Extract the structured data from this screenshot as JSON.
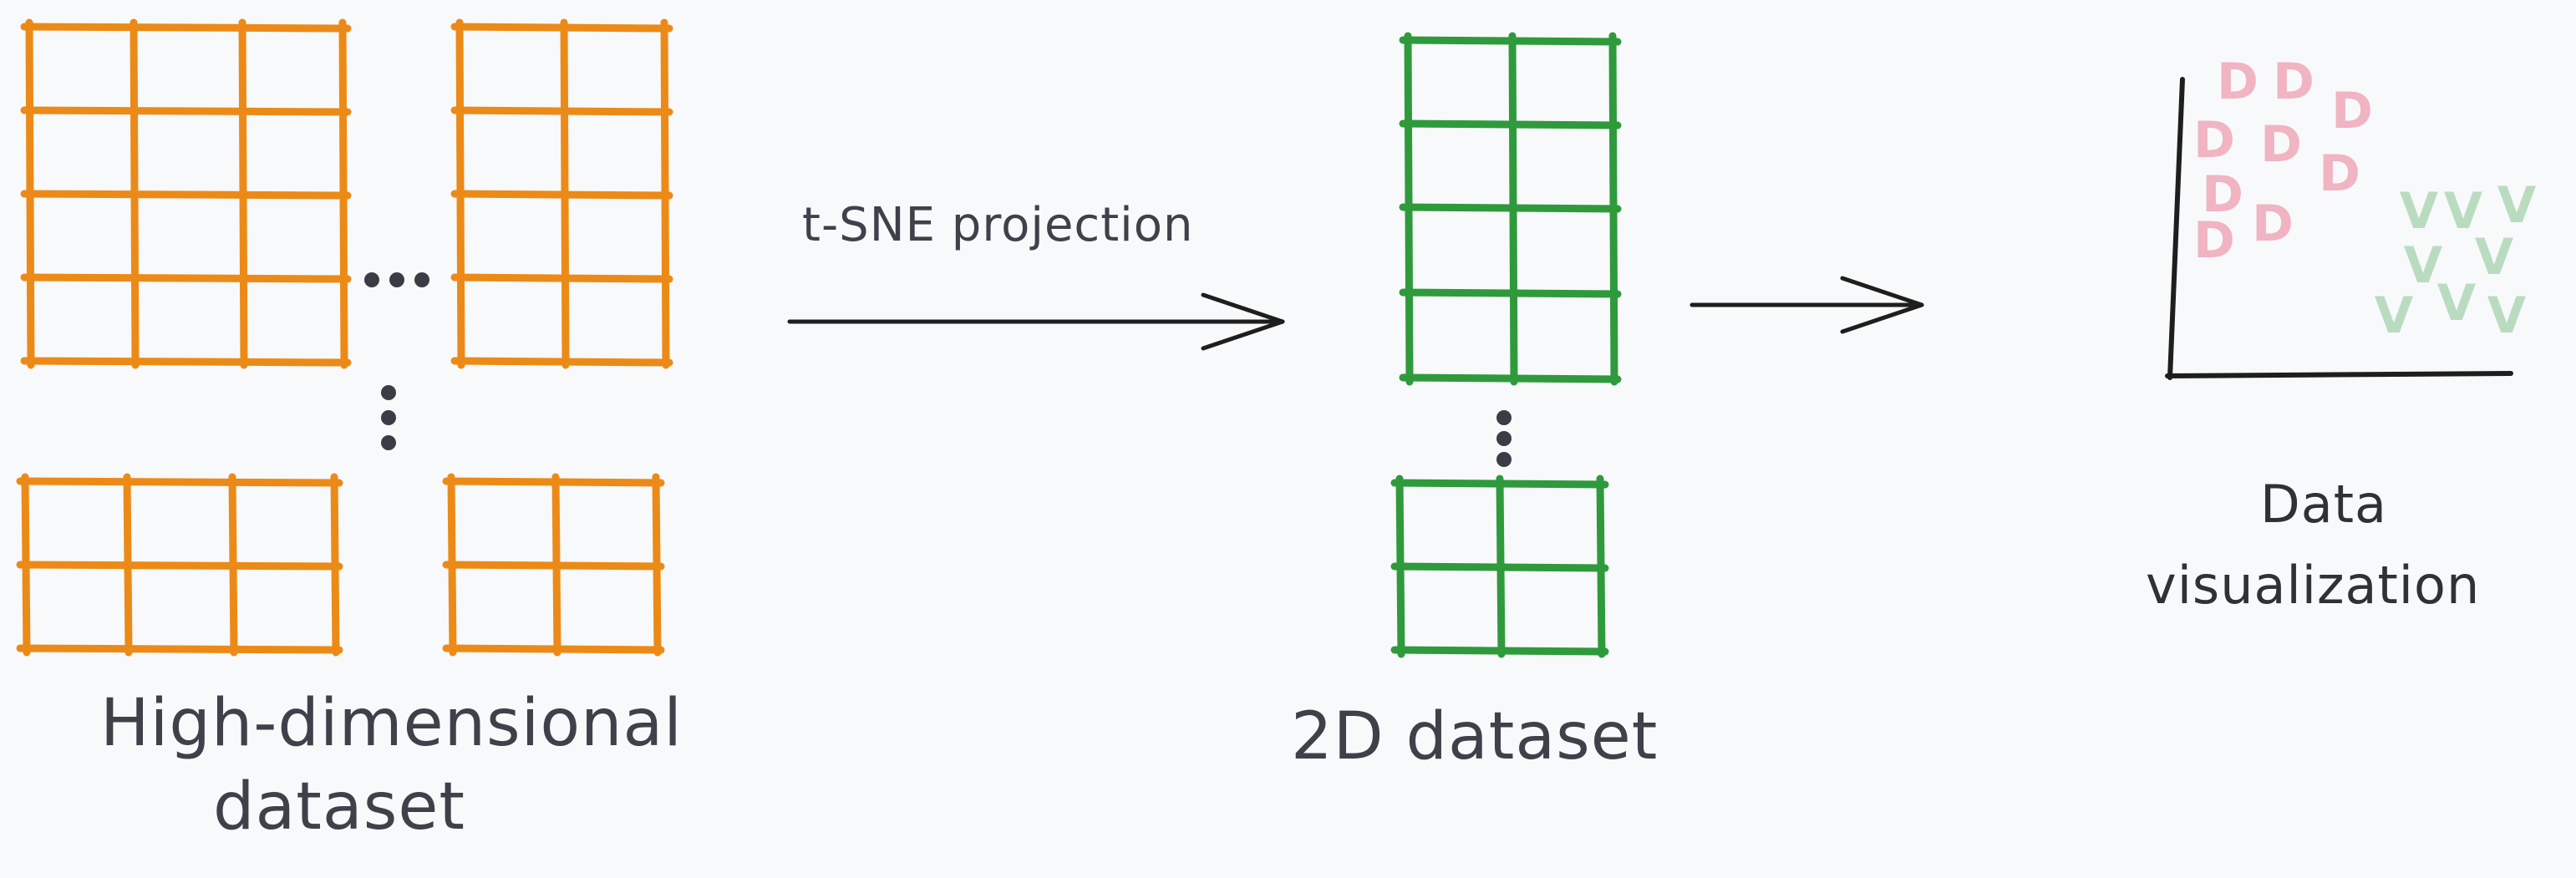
{
  "labels": {
    "high_dim_line1": "High-dimensional",
    "high_dim_line2": "dataset",
    "projection": "t-SNE projection",
    "twod": "2D dataset",
    "viz_line1": "Data",
    "viz_line2": "visualization"
  },
  "colors": {
    "high_dim_grid": "#ec8a17",
    "twod_grid": "#2f9a3c",
    "arrow": "#1e1e1e",
    "ellipsis": "#3a3d46",
    "cluster_d": "#f0b4c2",
    "cluster_v": "#b9dcc0",
    "text": "#3f414a"
  },
  "scatter": {
    "cluster_d_glyph": "D",
    "cluster_v_glyph": "V"
  }
}
